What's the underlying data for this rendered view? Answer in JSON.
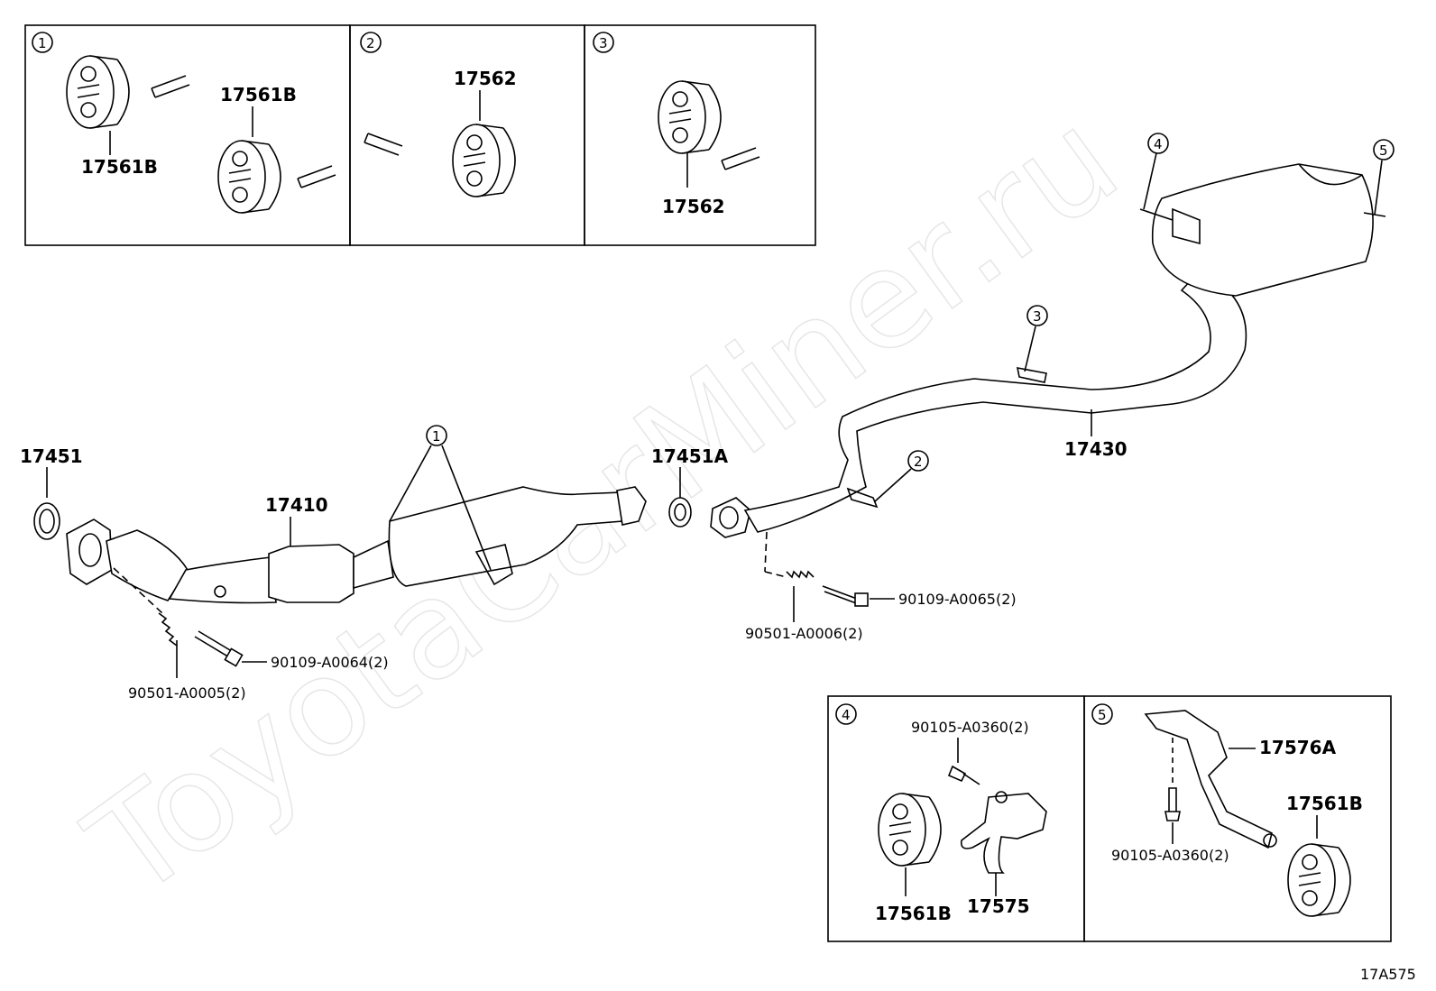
{
  "watermark": "ToyotaCarMiner.ru",
  "figure_code": "17A575",
  "callouts": [
    "1",
    "2",
    "3",
    "4",
    "5"
  ],
  "parts": {
    "front_gasket": "17451",
    "rear_gasket": "17451A",
    "front_pipe": "17410",
    "tail_pipe": "17430",
    "bolt_front": "90109-A0064(2)",
    "spring_front": "90501-A0005(2)",
    "bolt_rear": "90109-A0065(2)",
    "spring_rear": "90501-A0006(2)"
  },
  "detail_1": {
    "number": "1",
    "part_a": "17561B",
    "part_b": "17561B"
  },
  "detail_2": {
    "number": "2",
    "part": "17562"
  },
  "detail_3": {
    "number": "3",
    "part": "17562"
  },
  "detail_4": {
    "number": "4",
    "bolt": "90105-A0360(2)",
    "hanger": "17561B",
    "bracket": "17575"
  },
  "detail_5": {
    "number": "5",
    "bracket": "17576A",
    "bolt": "90105-A0360(2)",
    "hanger": "17561B"
  }
}
